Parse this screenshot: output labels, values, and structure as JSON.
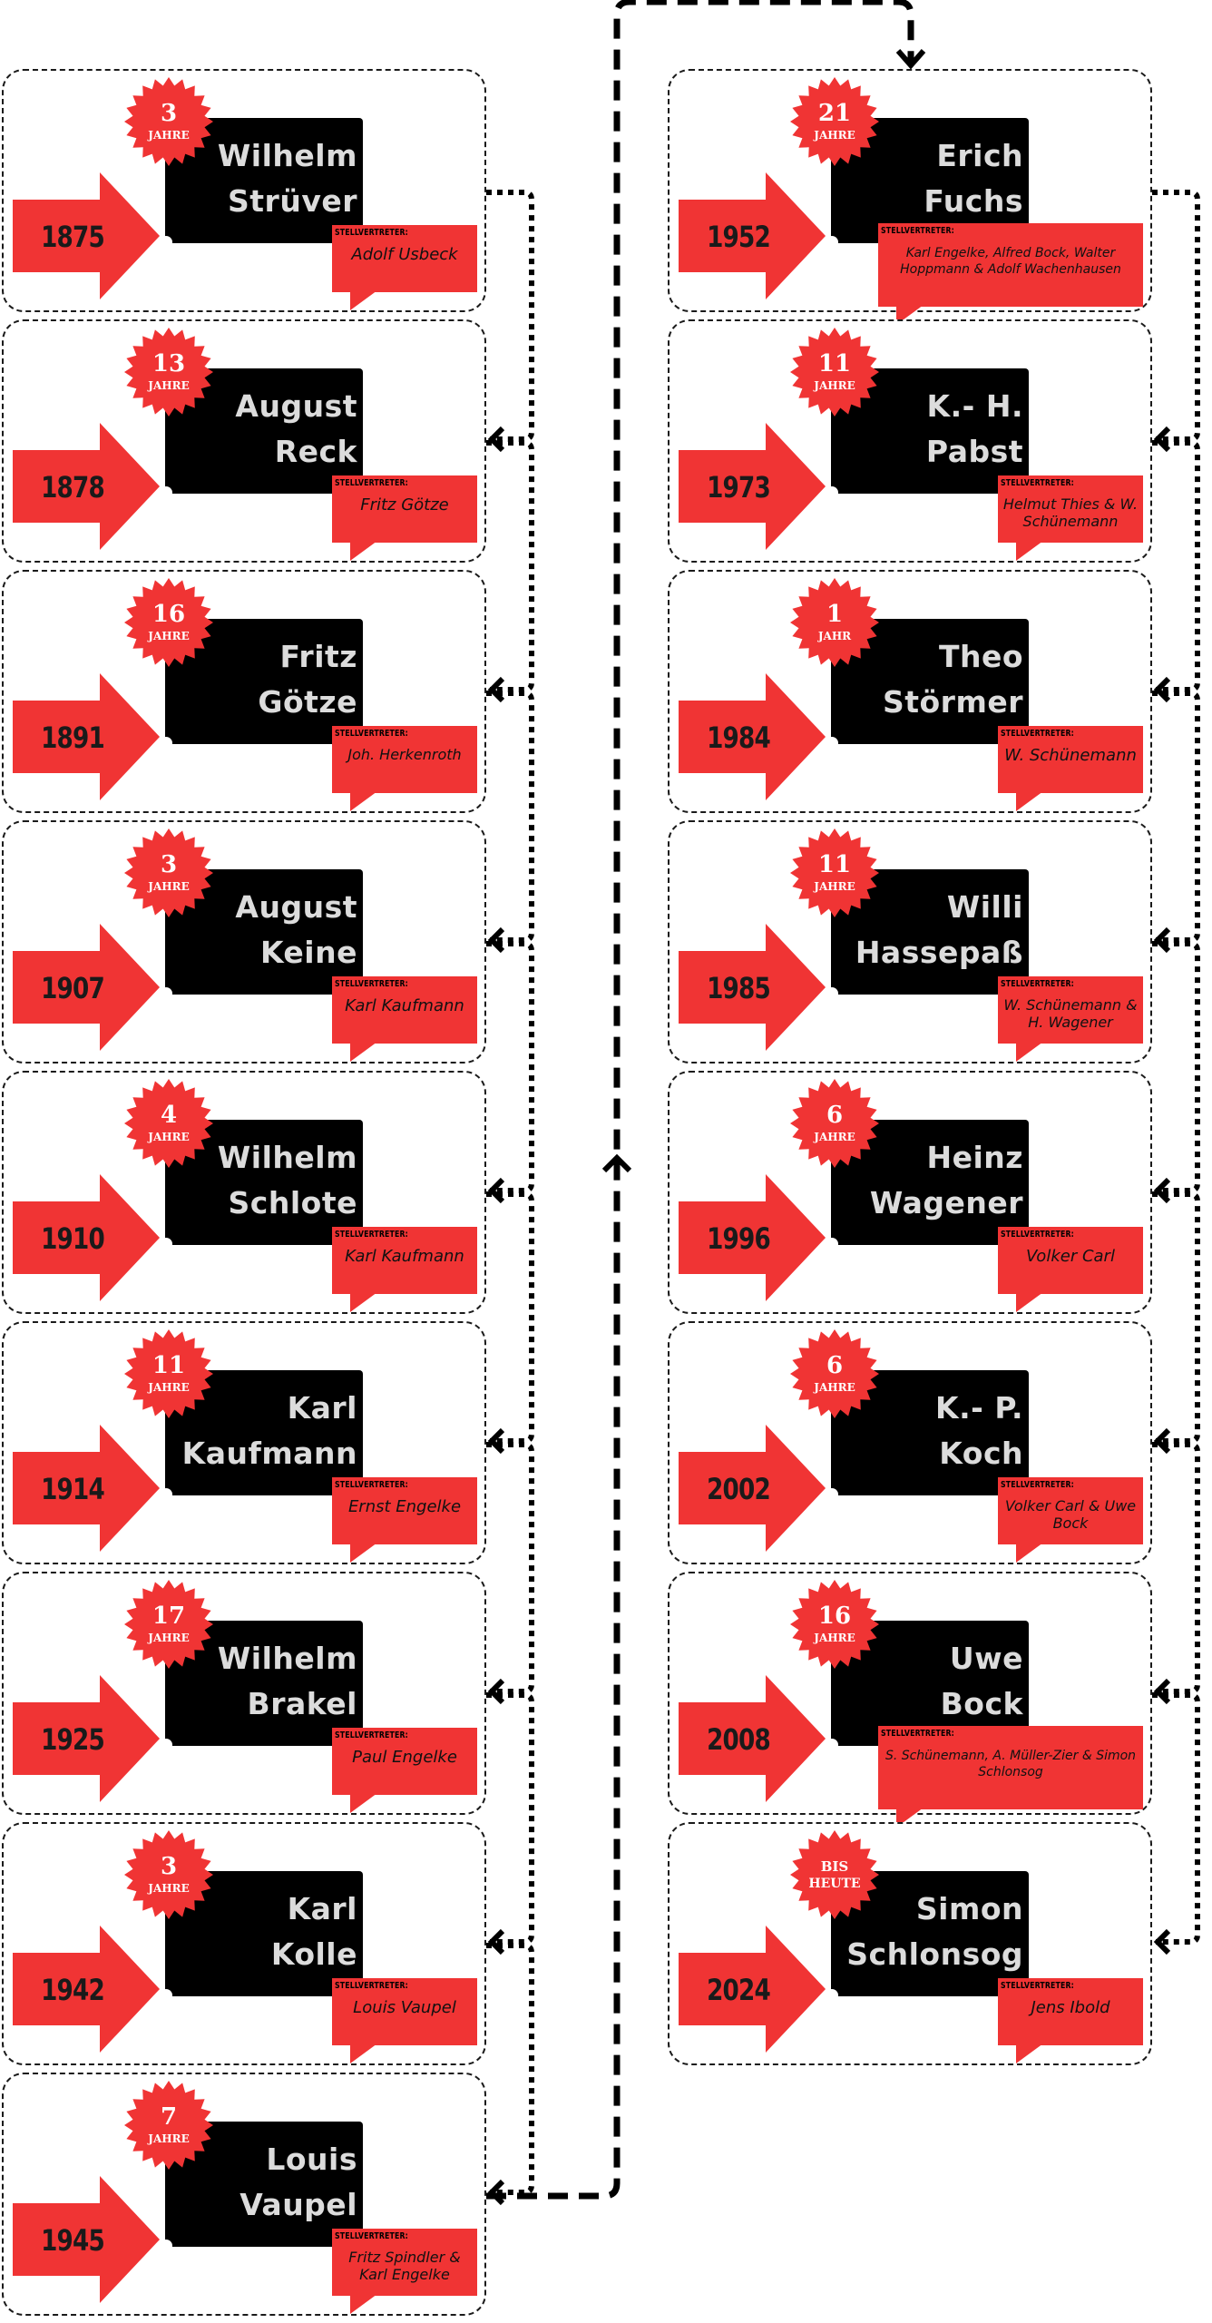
{
  "colors": {
    "accent": "#f03434",
    "name_bg": "#000000",
    "name_text": "#dcdcdc",
    "border": "#1a1a1a"
  },
  "deputy_label": "STELLVERTRETER:",
  "left_column": [
    {
      "year": "1875",
      "duration": "3",
      "unit": "JAHRE",
      "name_line1": "Wilhelm",
      "name_line2": "Strüver",
      "deputy": "Adolf Usbeck"
    },
    {
      "year": "1878",
      "duration": "13",
      "unit": "JAHRE",
      "name_line1": "August",
      "name_line2": "Reck",
      "deputy": "Fritz Götze"
    },
    {
      "year": "1891",
      "duration": "16",
      "unit": "JAHRE",
      "name_line1": "Fritz",
      "name_line2": "Götze",
      "deputy": "Joh. Herkenroth"
    },
    {
      "year": "1907",
      "duration": "3",
      "unit": "JAHRE",
      "name_line1": "August",
      "name_line2": "Keine",
      "deputy": "Karl Kaufmann"
    },
    {
      "year": "1910",
      "duration": "4",
      "unit": "JAHRE",
      "name_line1": "Wilhelm",
      "name_line2": "Schlote",
      "deputy": "Karl Kaufmann"
    },
    {
      "year": "1914",
      "duration": "11",
      "unit": "JAHRE",
      "name_line1": "Karl",
      "name_line2": "Kaufmann",
      "deputy": "Ernst Engelke"
    },
    {
      "year": "1925",
      "duration": "17",
      "unit": "JAHRE",
      "name_line1": "Wilhelm",
      "name_line2": "Brakel",
      "deputy": "Paul Engelke"
    },
    {
      "year": "1942",
      "duration": "3",
      "unit": "JAHRE",
      "name_line1": "Karl",
      "name_line2": "Kolle",
      "deputy": "Louis Vaupel"
    },
    {
      "year": "1945",
      "duration": "7",
      "unit": "JAHRE",
      "name_line1": "Louis",
      "name_line2": "Vaupel",
      "deputy": "Fritz Spindler & Karl Engelke"
    }
  ],
  "right_column": [
    {
      "year": "1952",
      "duration": "21",
      "unit": "JAHRE",
      "name_line1": "Erich",
      "name_line2": "Fuchs",
      "deputy": "Karl Engelke, Alfred Bock, Walter Hoppmann & Adolf Wachenhausen"
    },
    {
      "year": "1973",
      "duration": "11",
      "unit": "JAHRE",
      "name_line1": "K.- H.",
      "name_line2": "Pabst",
      "deputy": "Helmut Thies & W. Schünemann"
    },
    {
      "year": "1984",
      "duration": "1",
      "unit": "JAHR",
      "name_line1": "Theo",
      "name_line2": "Störmer",
      "deputy": "W. Schünemann"
    },
    {
      "year": "1985",
      "duration": "11",
      "unit": "JAHRE",
      "name_line1": "Willi",
      "name_line2": "Hassepaß",
      "deputy": "W. Schünemann & H. Wagener"
    },
    {
      "year": "1996",
      "duration": "6",
      "unit": "JAHRE",
      "name_line1": "Heinz",
      "name_line2": "Wagener",
      "deputy": "Volker Carl"
    },
    {
      "year": "2002",
      "duration": "6",
      "unit": "JAHRE",
      "name_line1": "K.- P.",
      "name_line2": "Koch",
      "deputy": "Volker Carl & Uwe Bock"
    },
    {
      "year": "2008",
      "duration": "16",
      "unit": "JAHRE",
      "name_line1": "Uwe",
      "name_line2": "Bock",
      "deputy": "S. Schünemann, A. Müller-Zier & Simon Schlonsog"
    },
    {
      "year": "2024",
      "duration": "BIS",
      "unit": "HEUTE",
      "name_line1": "Simon",
      "name_line2": "Schlonsog",
      "deputy": "Jens Ibold"
    }
  ]
}
